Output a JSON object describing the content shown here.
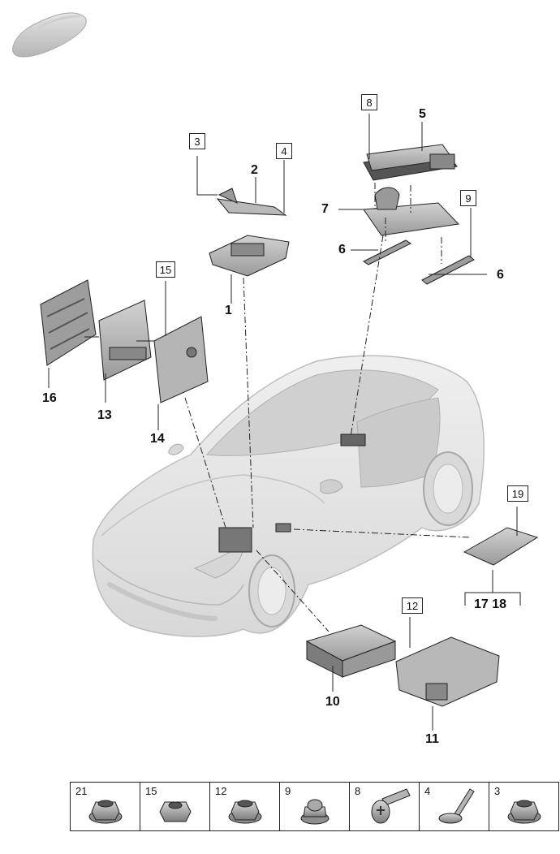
{
  "callouts": {
    "c1": "1",
    "c2": "2",
    "c5": "5",
    "c6a": "6",
    "c6b": "6",
    "c7": "7",
    "c10": "10",
    "c11": "11",
    "c13": "13",
    "c14": "14",
    "c16": "16",
    "c17_18": "17 18"
  },
  "boxed_callouts": {
    "b3": "3",
    "b4": "4",
    "b8": "8",
    "b9": "9",
    "b12": "12",
    "b15": "15",
    "b19": "19"
  },
  "fastener_strip": {
    "cells": [
      {
        "number": "21",
        "icon": "flange-nut-icon"
      },
      {
        "number": "15",
        "icon": "hex-nut-icon"
      },
      {
        "number": "12",
        "icon": "flange-nut-icon"
      },
      {
        "number": "9",
        "icon": "cap-nut-icon"
      },
      {
        "number": "8",
        "icon": "torx-screw-icon"
      },
      {
        "number": "4",
        "icon": "bolt-icon"
      },
      {
        "number": "3",
        "icon": "flange-nut-icon"
      }
    ]
  },
  "colors": {
    "part_fill": "#bdbdbd",
    "part_dark": "#6e6e6e",
    "car_body": "#e6e6e6",
    "line": "#222222"
  }
}
